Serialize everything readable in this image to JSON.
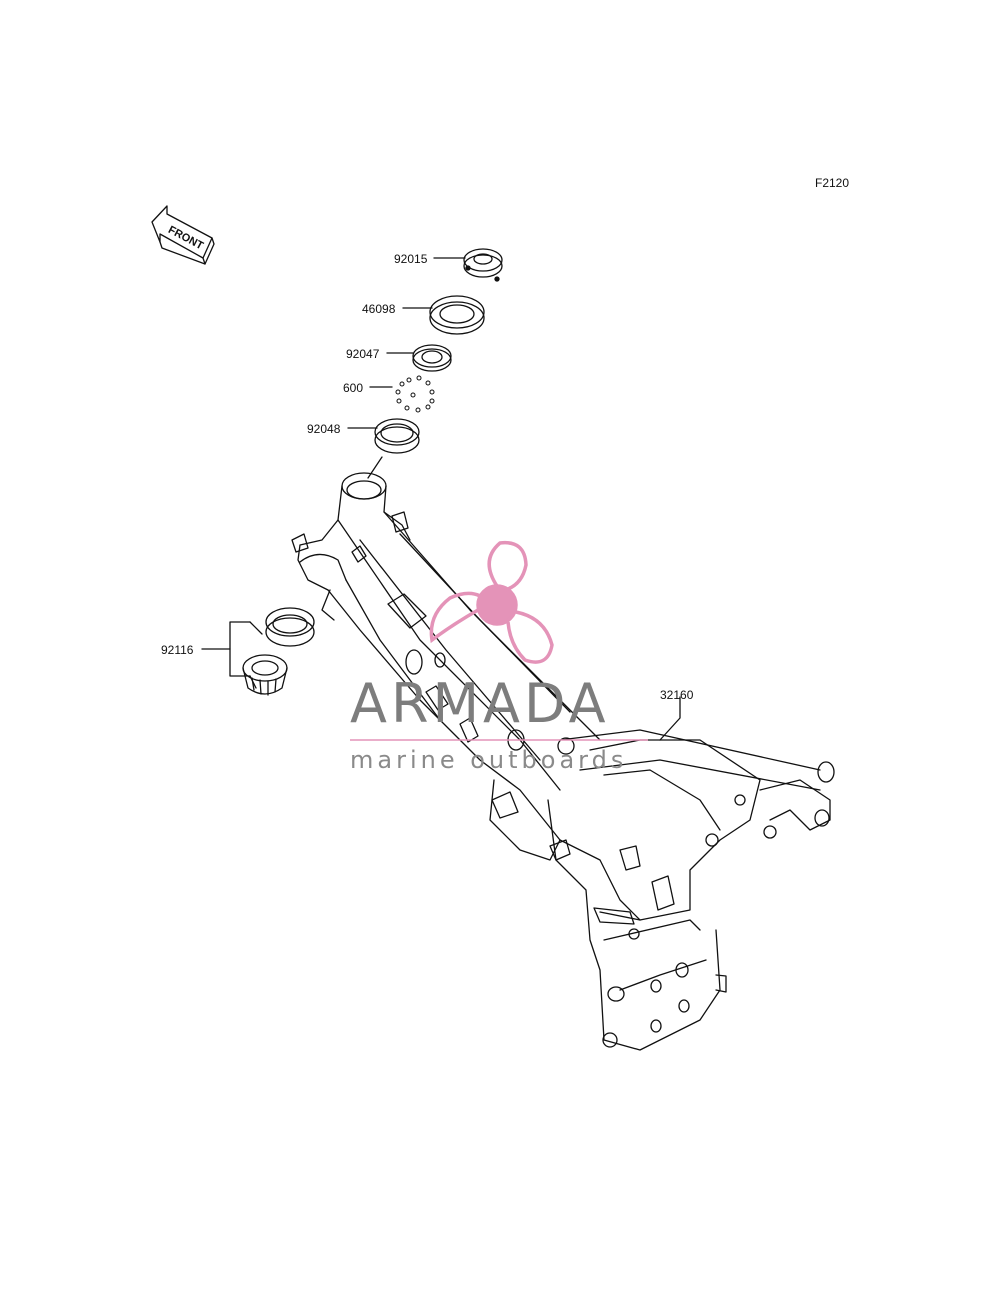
{
  "diagram": {
    "figure_code": "F2120",
    "front_label": "FRONT",
    "parts": [
      {
        "number": "92015"
      },
      {
        "number": "46098"
      },
      {
        "number": "92047"
      },
      {
        "number": "600"
      },
      {
        "number": "92048"
      },
      {
        "number": "92116"
      },
      {
        "number": "32160"
      }
    ]
  },
  "watermark": {
    "brand": "ARMADA",
    "tagline": "marine outboards",
    "accent_color": "#e493b8"
  }
}
